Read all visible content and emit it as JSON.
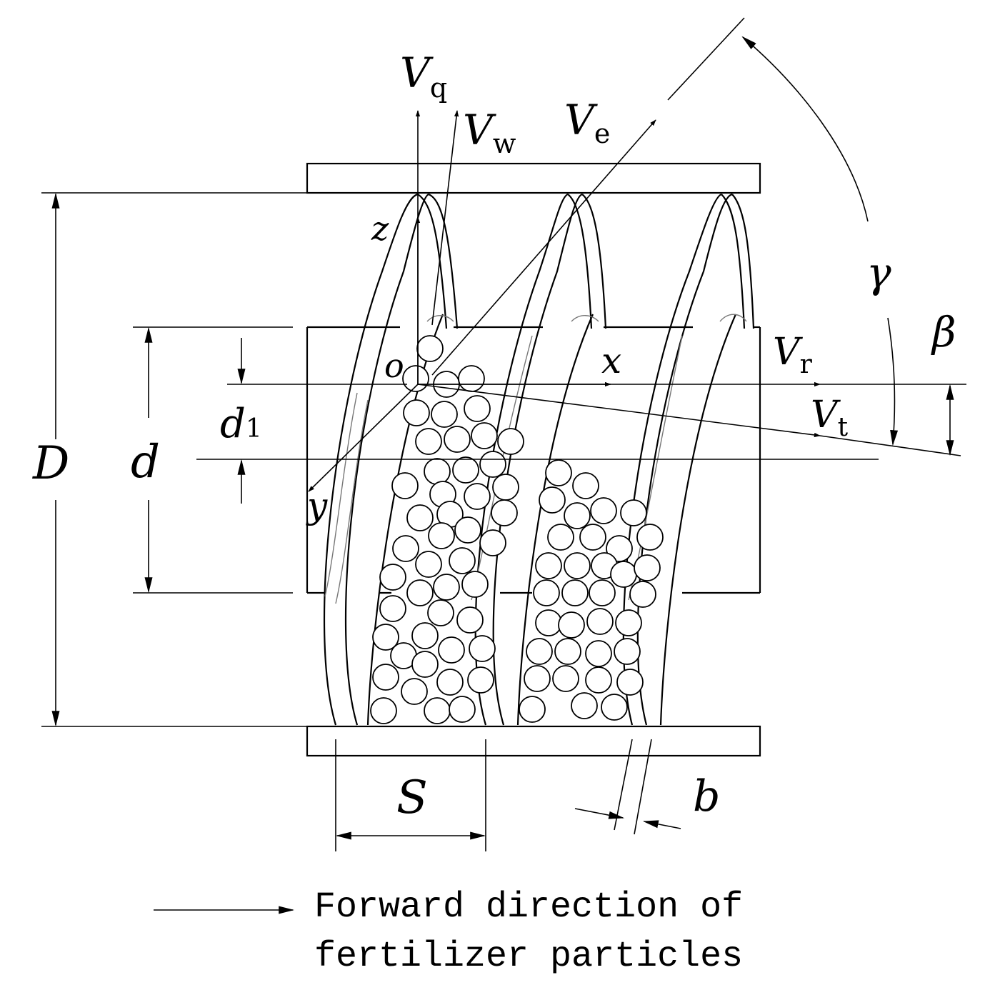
{
  "labels": {
    "Vq": {
      "main": "V",
      "sub": "q"
    },
    "Vw": {
      "main": "V",
      "sub": "w"
    },
    "Ve": {
      "main": "V",
      "sub": "e"
    },
    "Vr": {
      "main": "V",
      "sub": "r"
    },
    "Vt": {
      "main": "V",
      "sub": "t"
    },
    "z": "z",
    "o": "o",
    "x": "x",
    "y": "y",
    "d1": {
      "main": "d",
      "sub": "1"
    },
    "D": "D",
    "d": "d",
    "S": "S",
    "b": "b",
    "gamma": "γ",
    "beta": "β"
  },
  "caption": {
    "line1": "Forward direction of",
    "line2": "fertilizer particles"
  }
}
